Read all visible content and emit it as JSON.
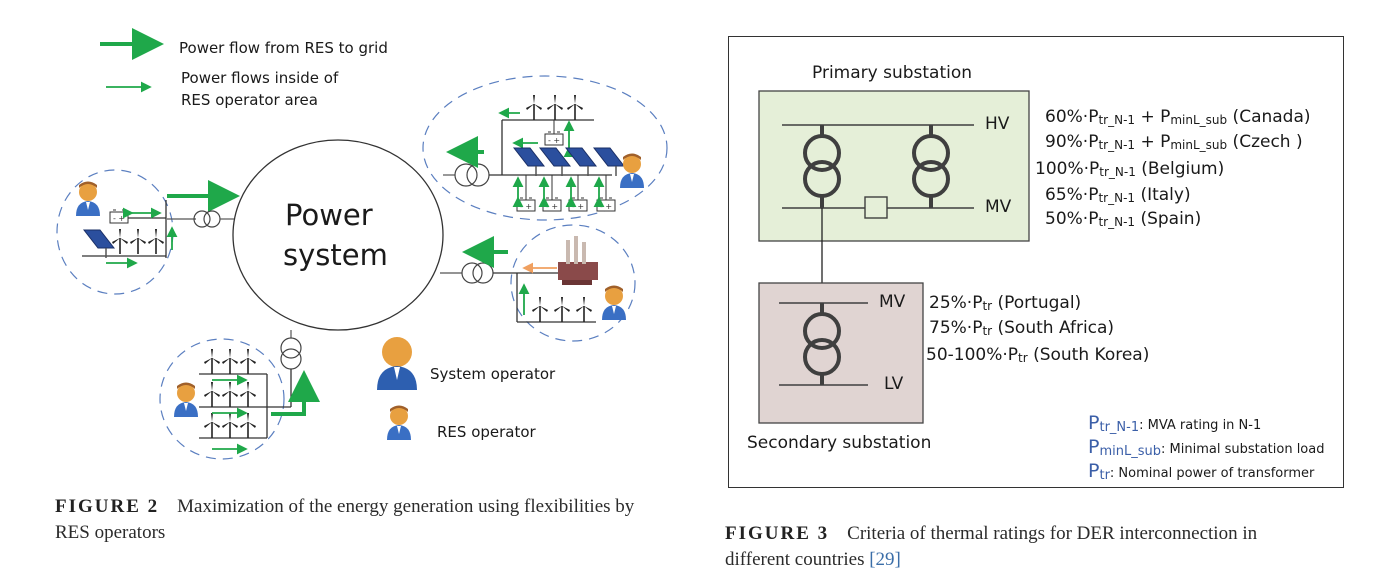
{
  "figure2": {
    "legend": {
      "thick_arrow_label": "Power flow from RES to grid",
      "thin_arrow_label_line1": "Power flows inside of",
      "thin_arrow_label_line2": "RES operator area"
    },
    "center_label_line1": "Power",
    "center_label_line2": "system",
    "operator_legend": {
      "system_operator": "System operator",
      "res_operator": "RES operator"
    },
    "colors": {
      "flow_green": "#1fa84a",
      "conventional_orange": "#f0a060",
      "area_dash_blue": "#5b7fc0",
      "operator_blue": "#3a6fc4",
      "operator_skin": "#e8a040"
    },
    "caption": {
      "label": "FIGURE 2",
      "text_line1": "Maximization of the energy generation using flexibilities by",
      "text_line2": "RES operators"
    }
  },
  "figure3": {
    "primary": {
      "title": "Primary substation",
      "hv_label": "HV",
      "mv_label": "MV",
      "fill": "#e5efd8"
    },
    "secondary": {
      "title": "Secondary substation",
      "mv_label": "MV",
      "lv_label": "LV",
      "fill": "#e0d4d2"
    },
    "primary_criteria": [
      {
        "pct": "60%·P",
        "sub": "tr_N-1",
        "extra": " + P",
        "extra_sub": "minL_sub",
        "country": " (Canada)"
      },
      {
        "pct": "90%·P",
        "sub": "tr_N-1",
        "extra": " + P",
        "extra_sub": "minL_sub",
        "country": " (Czech )"
      },
      {
        "pct": "100%·P",
        "sub": "tr_N-1",
        "extra": "",
        "extra_sub": "",
        "country": " (Belgium)"
      },
      {
        "pct": "65%·P",
        "sub": "tr_N-1",
        "extra": "",
        "extra_sub": "",
        "country": " (Italy)"
      },
      {
        "pct": "50%·P",
        "sub": "tr_N-1",
        "extra": "",
        "extra_sub": "",
        "country": " (Spain)"
      }
    ],
    "secondary_criteria": [
      {
        "pct": "25%·P",
        "sub": "tr",
        "country": " (Portugal)"
      },
      {
        "pct": "75%·P",
        "sub": "tr",
        "country": " (South Africa)"
      },
      {
        "pct": "50-100%·P",
        "sub": "tr",
        "country": " (South Korea)"
      }
    ],
    "definitions": [
      {
        "sym": "P",
        "sub": "tr_N-1",
        "text": ": MVA rating in N-1"
      },
      {
        "sym": "P",
        "sub": "minL_sub",
        "text": ": Minimal substation load"
      },
      {
        "sym": "P",
        "sub": "tr",
        "text": ": Nominal power of transformer"
      }
    ],
    "caption": {
      "label": "FIGURE 3",
      "text_line1": "Criteria of thermal ratings for DER interconnection in",
      "text_line2_prefix": "different countries ",
      "ref": "[29]"
    }
  }
}
